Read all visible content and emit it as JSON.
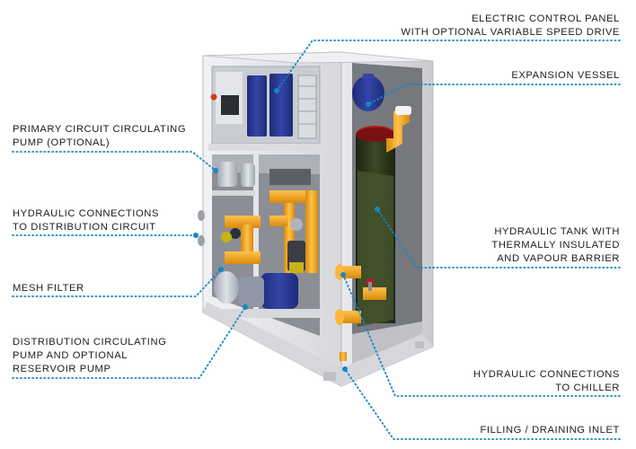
{
  "colors": {
    "leader_dot": "#1787c5",
    "frame": "#e4e5e8",
    "pump_blue": "#27378f",
    "pipe_orange": "#f0a21a",
    "tank_insulation": "#2d3a1e",
    "vessel_blue": "#1b2f8c",
    "tank_lid_red": "#b8161a"
  },
  "labels": {
    "control_panel": [
      "ELECTRIC CONTROL PANEL",
      "WITH OPTIONAL VARIABLE SPEED DRIVE"
    ],
    "expansion_vessel": [
      "EXPANSION VESSEL"
    ],
    "primary_pump": [
      "PRIMARY CIRCUIT CIRCULATING",
      "PUMP (OPTIONAL)"
    ],
    "hydraulic_distribution": [
      "HYDRAULIC CONNECTIONS",
      "TO DISTRIBUTION CIRCUIT"
    ],
    "hydraulic_tank": [
      "HYDRAULIC TANK WITH",
      "THERMALLY INSULATED",
      "AND VAPOUR BARRIER"
    ],
    "mesh_filter": [
      "MESH FILTER"
    ],
    "distribution_pump": [
      "DISTRIBUTION CIRCULATING",
      "PUMP AND OPTIONAL",
      "RESERVOIR PUMP"
    ],
    "hydraulic_chiller": [
      "HYDRAULIC CONNECTIONS",
      "TO CHILLER"
    ],
    "filling_inlet": [
      "FILLING / DRAINING INLET"
    ]
  }
}
